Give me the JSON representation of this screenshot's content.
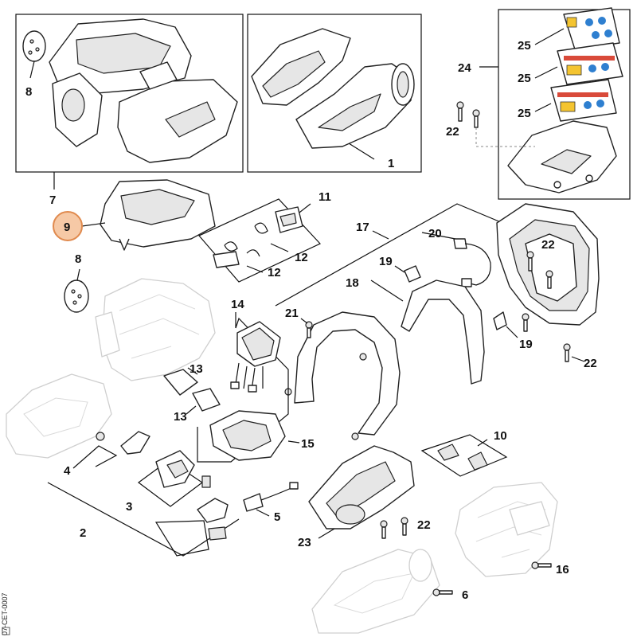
{
  "diagram": {
    "doc_code": "07-CET-0007",
    "highlighted_label": "9",
    "highlight_color": "#f6c9a6",
    "highlight_stroke": "#e08a4e",
    "labels": {
      "l1": "1",
      "l2": "2",
      "l3": "3",
      "l4": "4",
      "l5": "5",
      "l6": "6",
      "l7": "7",
      "l8a": "8",
      "l8b": "8",
      "l9": "9",
      "l11": "11",
      "l12a": "12",
      "l12b": "12",
      "l13a": "13",
      "l13b": "13",
      "l14": "14",
      "l15": "15",
      "l16": "16",
      "l17": "17",
      "l18": "18",
      "l19a": "19",
      "l19b": "19",
      "l20": "20",
      "l21": "21",
      "l22a": "22",
      "l22b": "22",
      "l22c": "22",
      "l22d": "22",
      "l23": "23",
      "l24": "24",
      "l25a": "25",
      "l25b": "25",
      "l25c": "25",
      "l10": "10"
    }
  }
}
